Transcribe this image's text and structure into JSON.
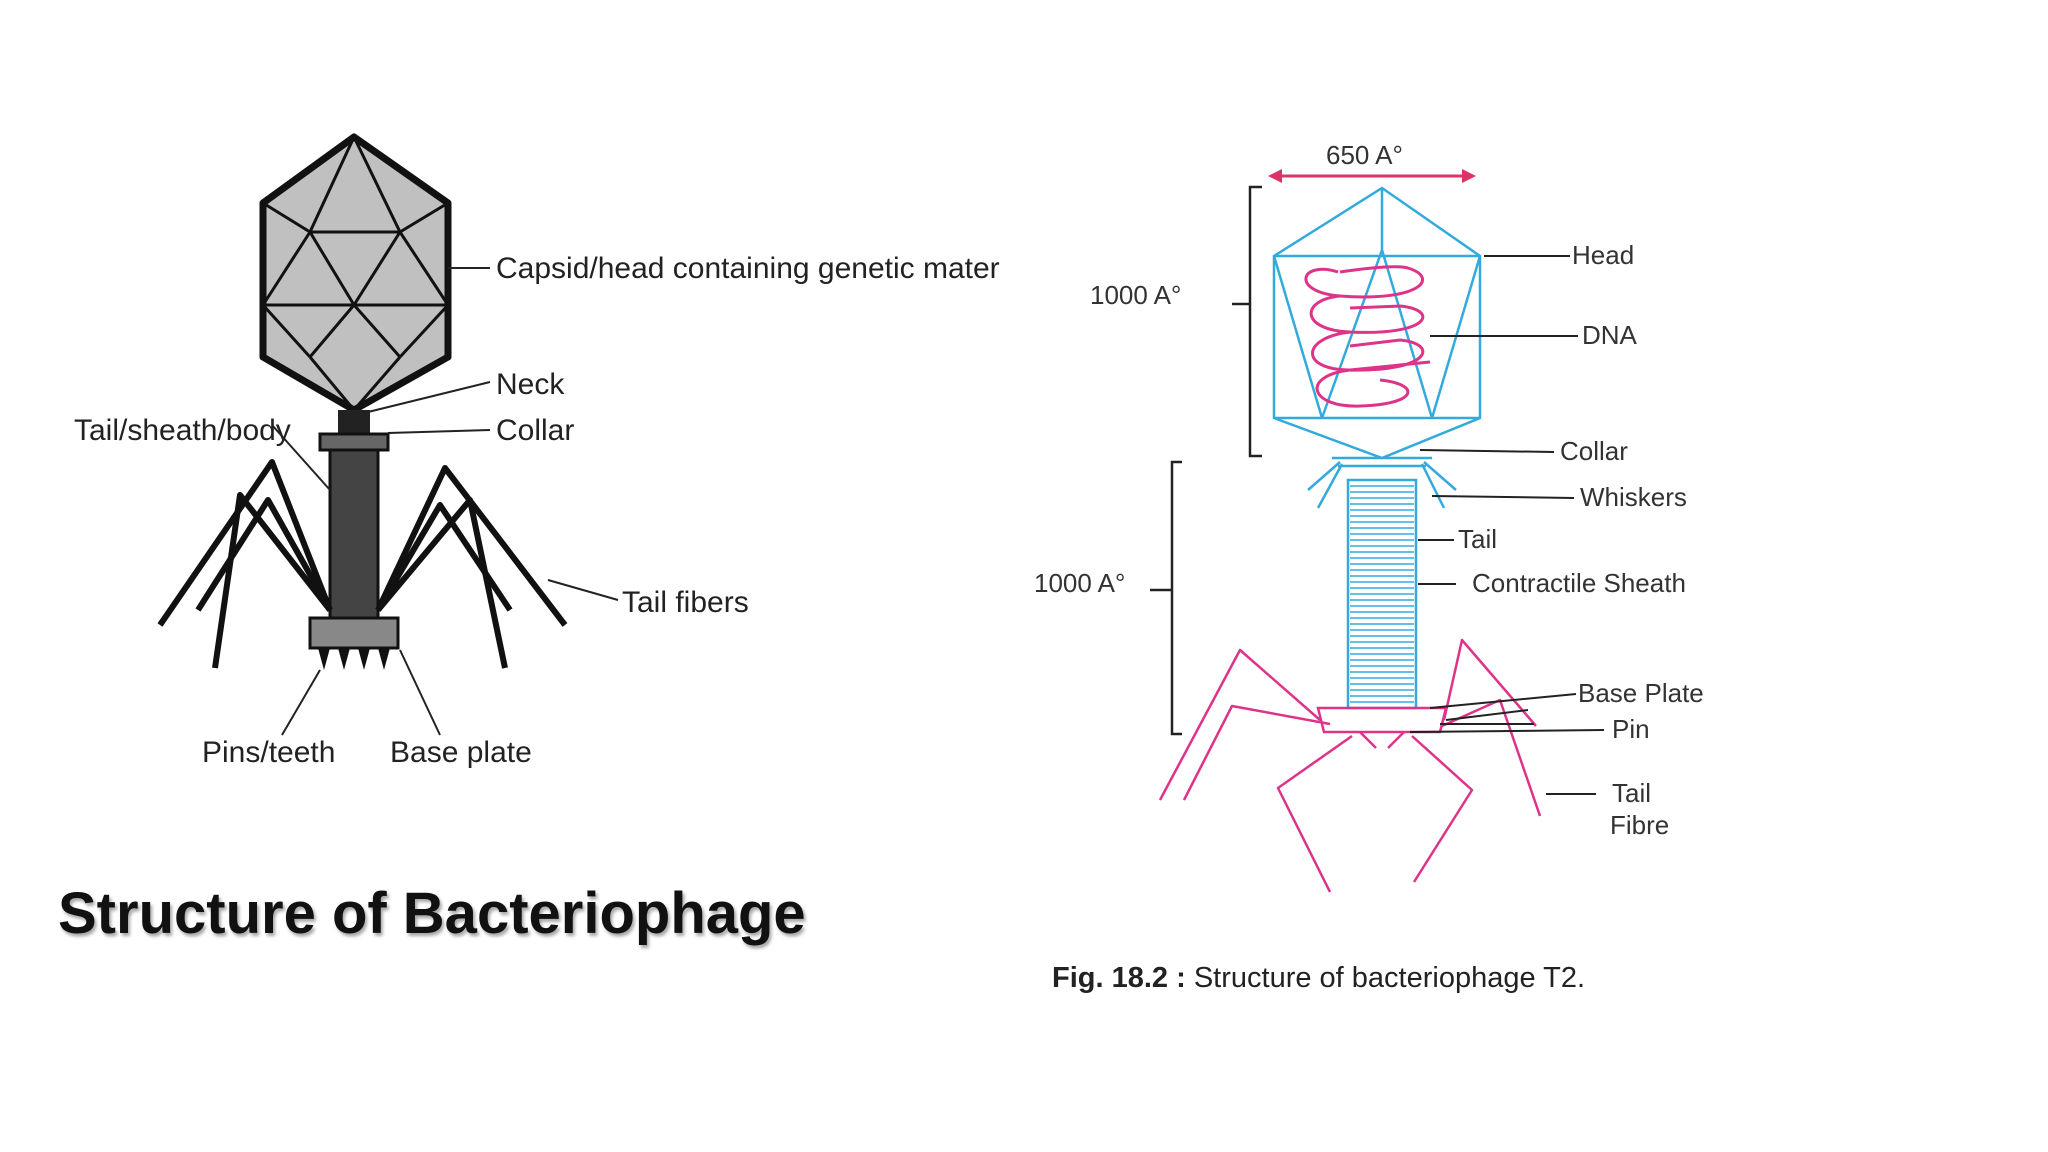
{
  "slide": {
    "title": "Structure of Bacteriophage"
  },
  "left_diagram": {
    "labels": {
      "capsid": "Capsid/head containing genetic material",
      "neck": "Neck",
      "collar": "Collar",
      "tail_sheath": "Tail/sheath/body",
      "tail_fibers": "Tail fibers",
      "pins": "Pins/teeth",
      "base_plate": "Base plate"
    },
    "colors": {
      "capsid_fill": "#c0c0c0",
      "tail_fill": "#444444",
      "outline": "#111111"
    }
  },
  "right_diagram": {
    "dimensions": {
      "head_width": "650 A°",
      "head_length": "1000 A°",
      "tail_length": "1000 A°"
    },
    "labels": {
      "head": "Head",
      "dna": "DNA",
      "collar": "Collar",
      "whiskers": "Whiskers",
      "tail": "Tail",
      "contractile_sheath": "Contractile Sheath",
      "base_plate": "Base Plate",
      "pin": "Pin",
      "tail_fibre_line1": "Tail",
      "tail_fibre_line2": "Fibre"
    },
    "caption": {
      "prefix": "Fig. 18.2 :",
      "text": " Structure of bacteriophage T2."
    },
    "colors": {
      "structure": "#33aadd",
      "dna": "#dd3388",
      "fibres": "#dd3388",
      "dimension_arrow": "#dd3366"
    }
  }
}
